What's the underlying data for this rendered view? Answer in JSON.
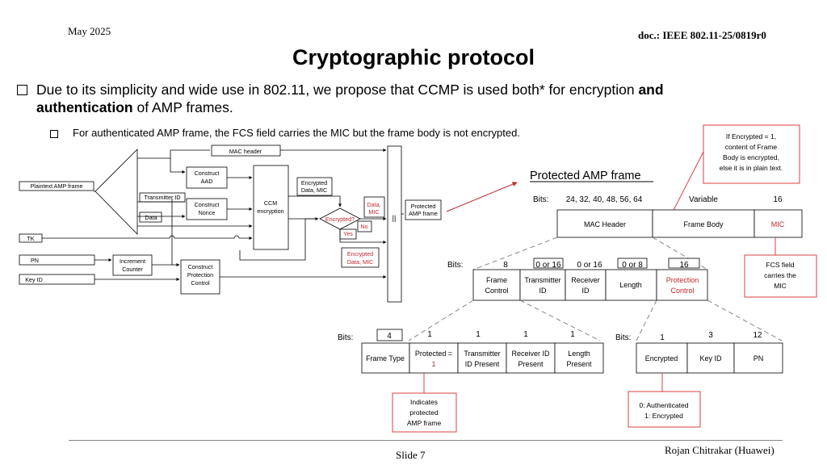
{
  "header": {
    "date": "May 2025",
    "doc": "doc.: IEEE 802.11-25/0819r0"
  },
  "title": "Cryptographic protocol",
  "bullets": {
    "main_pre": "Due to its simplicity and wide use in 802.11, we propose that CCMP is used both* for encryption ",
    "main_and": "and",
    "main_auth": "authentication",
    "main_post": " of AMP frames.",
    "sub": "For authenticated AMP frame, the FCS field carries the MIC but the frame body is not encrypted."
  },
  "flow": {
    "mac_header": "MAC header",
    "plaintext": "Plaintext AMP frame",
    "transmitter_id": "Transmitter ID",
    "data": "Data",
    "tk": "TK",
    "pn": "PN",
    "key_id": "Key ID",
    "construct_aad": [
      "Construct",
      "AAD"
    ],
    "construct_nonce": [
      "Construct",
      "Nonce"
    ],
    "ccm": [
      "CCM",
      "encryption"
    ],
    "increment": [
      "Increment",
      "Counter"
    ],
    "construct_pc": [
      "Construct",
      "Protection",
      "Control"
    ],
    "enc_data_mic_top": [
      "Encrypted",
      "Data, MIC"
    ],
    "data_mic": [
      "Data,",
      "MIC"
    ],
    "encrypted_q": "Encrypted?",
    "no": "No",
    "yes": "Yes",
    "enc_data_mic_bottom": [
      "Encrypted",
      "Data, MIC"
    ],
    "concat": "||",
    "protected_amp": [
      "Protected",
      "AMP frame"
    ]
  },
  "frame": {
    "title": "Protected AMP frame",
    "bits_label": "Bits:",
    "top_bits": [
      "24, 32, 40, 48, 56, 64",
      "Variable",
      "16"
    ],
    "top_fields": [
      "MAC Header",
      "Frame Body",
      "MIC"
    ],
    "callout_encrypted": [
      "If Encrypted = 1,",
      "content of Frame",
      "Body is encrypted,",
      "else it is in plain text."
    ],
    "callout_fcs": [
      "FCS field",
      "carries the",
      "MIC"
    ],
    "mid_bits": [
      "8",
      "0 or 16",
      "0 or 16",
      "0 or 8",
      "16"
    ],
    "mid_fields": [
      [
        "Frame",
        "Control"
      ],
      [
        "Transmitter",
        "ID"
      ],
      [
        "Receiver",
        "ID"
      ],
      [
        "Length"
      ],
      [
        "Protection",
        "Control"
      ]
    ],
    "fc_bits": [
      "4",
      "1",
      "1",
      "1",
      "1"
    ],
    "fc_fields": [
      [
        "Frame Type"
      ],
      [
        "Protected =",
        "1"
      ],
      [
        "Transmitter",
        "ID Present"
      ],
      [
        "Receiver ID",
        "Present"
      ],
      [
        "Length",
        "Present"
      ]
    ],
    "pc_bits": [
      "1",
      "3",
      "12"
    ],
    "pc_fields": [
      "Encrypted",
      "Key ID",
      "PN"
    ],
    "callout_protected": [
      "Indicates",
      "protected",
      "AMP frame"
    ],
    "callout_auth": [
      "0: Authenticated",
      "1: Encrypted"
    ]
  },
  "colors": {
    "accent_red": "#c0282d",
    "callout_border": "#d94040"
  },
  "footer": {
    "slide": "Slide 7",
    "author": "Rojan Chitrakar (Huawei)"
  }
}
